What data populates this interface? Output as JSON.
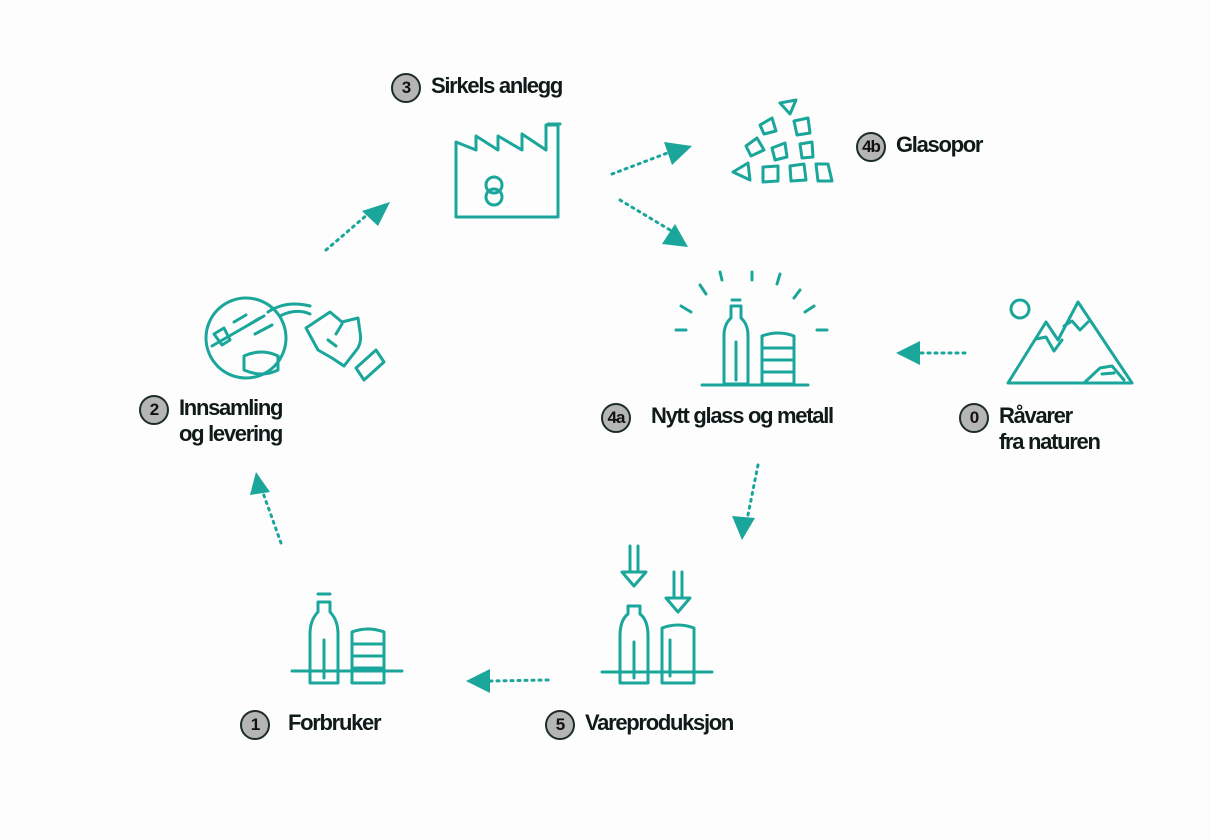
{
  "colors": {
    "accent": "#1aa69a",
    "text": "#0f1a19",
    "badge": "#b5b5b5"
  },
  "nodes": {
    "n0": {
      "badge": "0",
      "lines": [
        "Råvarer",
        "fra naturen"
      ],
      "icon": "mountains-icon"
    },
    "n1": {
      "badge": "1",
      "lines": [
        "Forbruker"
      ],
      "icon": "bottle-and-can-icon"
    },
    "n2": {
      "badge": "2",
      "lines": [
        "Innsamling",
        "og levering"
      ],
      "icon": "recycling-bin-hand-icon"
    },
    "n3": {
      "badge": "3",
      "lines": [
        "Sirkels anlegg"
      ],
      "icon": "factory-icon"
    },
    "n4a": {
      "badge": "4a",
      "lines": [
        "Nytt glass og metall"
      ],
      "icon": "new-bottle-and-can-icon"
    },
    "n4b": {
      "badge": "4b",
      "lines": [
        "Glasopor"
      ],
      "icon": "glass-shards-icon"
    },
    "n5": {
      "badge": "5",
      "lines": [
        "Vareproduksjon"
      ],
      "icon": "filling-bottle-and-can-icon"
    }
  }
}
